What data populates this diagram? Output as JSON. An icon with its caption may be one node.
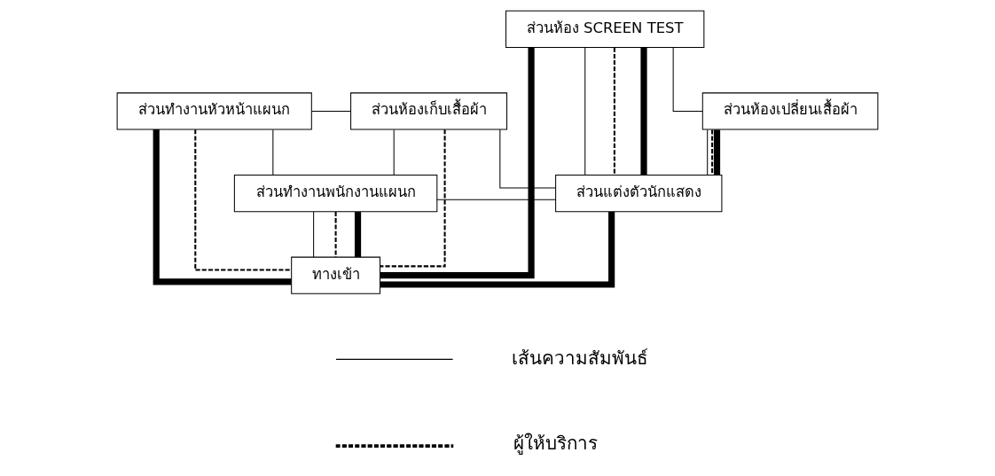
{
  "diagram": {
    "nodes": [
      {
        "text": [
          "ส่วนห้อง SCREEN TEST"
        ]
      },
      {
        "text": [
          "ส่วนทำงานหัวหน้าแผนก"
        ]
      },
      {
        "text": [
          "ส่วนห้องเก็บเสื้อผ้า"
        ]
      },
      {
        "text": [
          "ส่วนห้องเปลี่ยนเสื้อผ้า"
        ]
      },
      {
        "text": [
          "ส่วนทำงานพนักงานแผนก"
        ]
      },
      {
        "text": [
          "ส่วนแต่งตัวนักแสดง"
        ]
      },
      {
        "text": [
          "ทางเข้า"
        ]
      }
    ],
    "edges": [
      {
        "from": 1,
        "to": 2,
        "arrow": "none"
      },
      {
        "from": 0,
        "to": 3,
        "arrow": "none"
      },
      {
        "from": 1,
        "to": 4,
        "arrow": "none"
      },
      {
        "from": 2,
        "to": 4,
        "arrow": "none"
      },
      {
        "from": 2,
        "to": 5,
        "arrow": "none"
      },
      {
        "from": 0,
        "to": 5,
        "arrow": "none"
      },
      {
        "from": 3,
        "to": 5,
        "arrow": "none"
      },
      {
        "from": 4,
        "to": 5,
        "arrow": "none"
      },
      {
        "from": 4,
        "to": 6,
        "arrow": "none"
      },
      {
        "from": 1,
        "to": 6,
        "arrow": "none",
        "style": "dashed"
      },
      {
        "from": 4,
        "to": 6,
        "arrow": "none",
        "style": "dashed"
      },
      {
        "from": 2,
        "to": 6,
        "arrow": "none",
        "style": "dashed"
      },
      {
        "from": 0,
        "to": 5,
        "arrow": "none",
        "style": "dashed"
      },
      {
        "from": 3,
        "to": 5,
        "arrow": "none",
        "style": "dashed"
      },
      {
        "from": 1,
        "to": 6,
        "arrow": "none",
        "style": "thick"
      },
      {
        "from": 4,
        "to": 6,
        "arrow": "none",
        "style": "thick"
      },
      {
        "from": 0,
        "to": 6,
        "arrow": "none",
        "style": "thick"
      },
      {
        "from": 5,
        "to": 6,
        "arrow": "none",
        "style": "thick"
      },
      {
        "from": 0,
        "to": 5,
        "arrow": "none",
        "style": "thick"
      },
      {
        "from": 3,
        "to": 5,
        "arrow": "none",
        "style": "thick"
      }
    ],
    "legend": [
      {
        "text": "เส้นความสัมพันธ์"
      },
      {
        "text": "ผู้ให้บริการ"
      }
    ]
  }
}
